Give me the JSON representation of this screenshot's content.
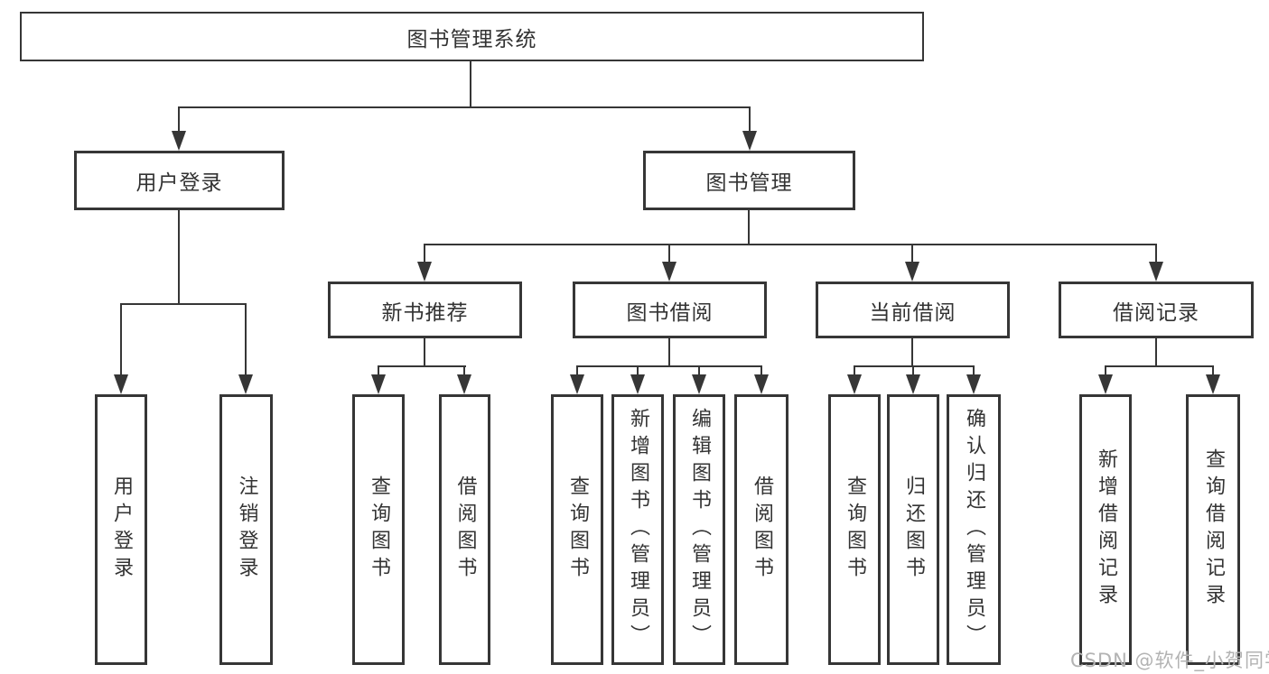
{
  "diagram": {
    "title": "图书管理系统",
    "type": "functional-structure-tree",
    "colors": {
      "line": "#363636",
      "text": "#333333",
      "background": "#ffffff",
      "watermark": "#b3b3b3"
    },
    "tree": {
      "label": "图书管理系统",
      "children": [
        {
          "label": "用户登录",
          "children": [
            {
              "label": "用户登录"
            },
            {
              "label": "注销登录"
            }
          ]
        },
        {
          "label": "图书管理",
          "children": [
            {
              "label": "新书推荐",
              "children": [
                {
                  "label": "查询图书"
                },
                {
                  "label": "借阅图书"
                }
              ]
            },
            {
              "label": "图书借阅",
              "children": [
                {
                  "label": "查询图书"
                },
                {
                  "label": "新增图书（管理员）"
                },
                {
                  "label": "编辑图书（管理员）"
                },
                {
                  "label": "借阅图书"
                }
              ]
            },
            {
              "label": "当前借阅",
              "children": [
                {
                  "label": "查询图书"
                },
                {
                  "label": "归还图书"
                },
                {
                  "label": "确认归还（管理员）"
                }
              ]
            },
            {
              "label": "借阅记录",
              "children": [
                {
                  "label": "新增借阅记录"
                },
                {
                  "label": "查询借阅记录"
                }
              ]
            }
          ]
        }
      ]
    },
    "watermark": {
      "text": "CSDN @软件_小贺同学"
    }
  }
}
